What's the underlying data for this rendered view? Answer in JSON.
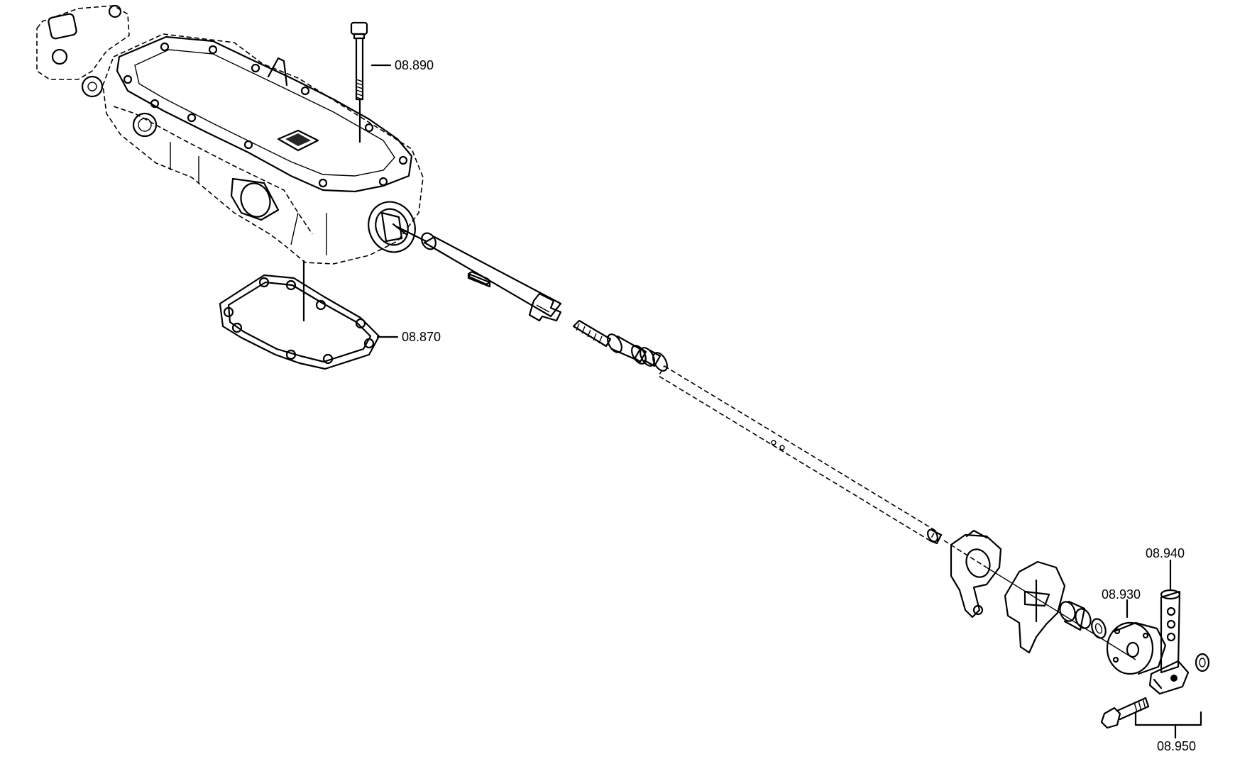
{
  "diagram": {
    "callouts": {
      "bolt": "08.890",
      "gasket": "08.870",
      "lever": "08.940",
      "nut": "08.930",
      "screw_set": "08.950"
    }
  }
}
